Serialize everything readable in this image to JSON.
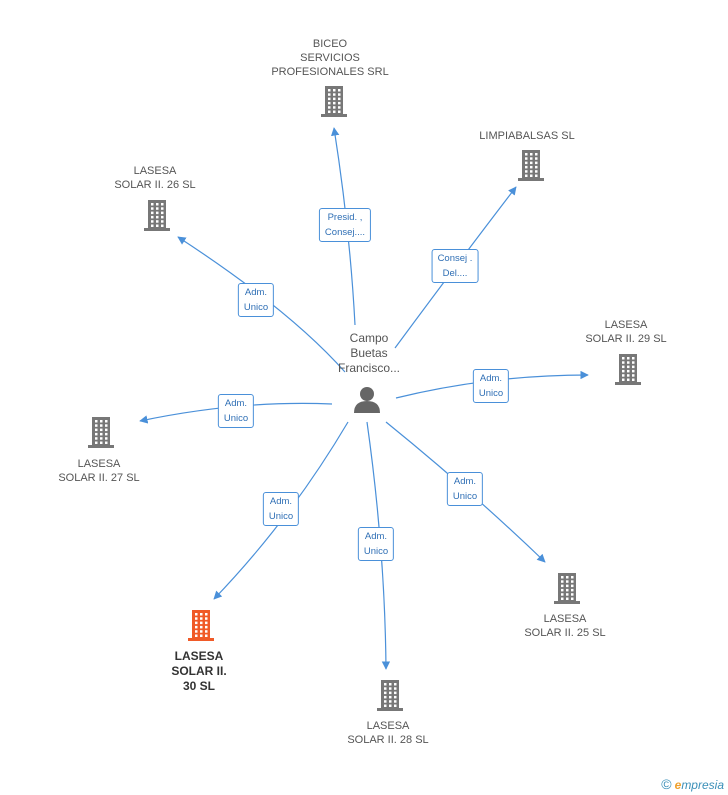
{
  "center": {
    "label": "Campo\nBuetas\nFrancisco..."
  },
  "nodes": [
    {
      "id": "biceo",
      "label": "BICEO\nSERVICIOS\nPROFESIONALES SRL",
      "main": false
    },
    {
      "id": "limpiabalsas",
      "label": "LIMPIABALSAS SL",
      "main": false
    },
    {
      "id": "solar26",
      "label": "LASESA\nSOLAR II.  26 SL",
      "main": false
    },
    {
      "id": "solar29",
      "label": "LASESA\nSOLAR II.  29 SL",
      "main": false
    },
    {
      "id": "solar27",
      "label": "LASESA\nSOLAR II.  27 SL",
      "main": false
    },
    {
      "id": "solar25",
      "label": "LASESA\nSOLAR II.  25 SL",
      "main": false
    },
    {
      "id": "solar30",
      "label": "LASESA\nSOLAR II.\n30 SL",
      "main": true
    },
    {
      "id": "solar28",
      "label": "LASESA\nSOLAR II.  28 SL",
      "main": false
    }
  ],
  "edges": [
    {
      "to": "biceo",
      "label": "Presid. ,\nConsej...."
    },
    {
      "to": "limpiabalsas",
      "label": "Consej .\nDel...."
    },
    {
      "to": "solar26",
      "label": "Adm.\nUnico"
    },
    {
      "to": "solar29",
      "label": "Adm.\nUnico"
    },
    {
      "to": "solar27",
      "label": "Adm.\nUnico"
    },
    {
      "to": "solar30",
      "label": "Adm.\nUnico"
    },
    {
      "to": "solar28",
      "label": "Adm.\nUnico"
    },
    {
      "to": "solar25",
      "label": "Adm.\nUnico"
    }
  ],
  "colors": {
    "edge": "#4a90d9",
    "building": "#777777",
    "building_main": "#f05a28",
    "person": "#666666"
  },
  "watermark": {
    "symbol": "©",
    "brand_e": "e",
    "brand_rest": "mpresia"
  }
}
